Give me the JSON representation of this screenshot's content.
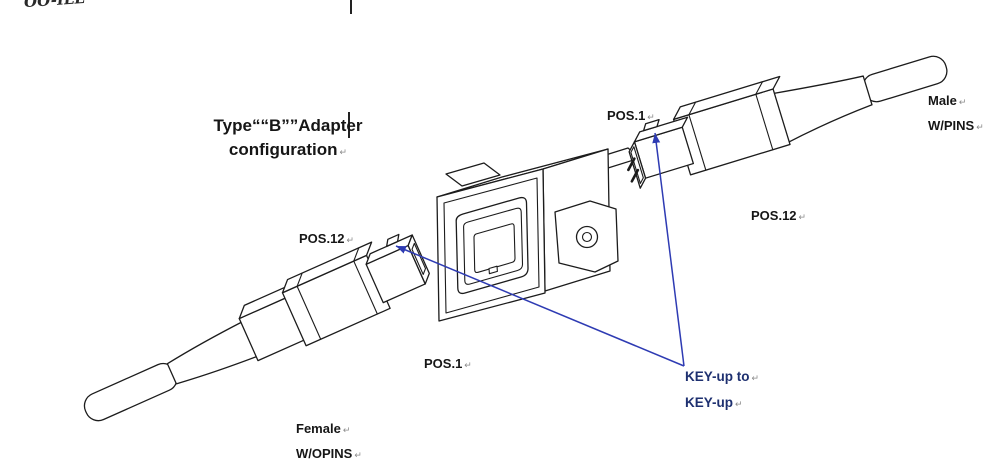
{
  "artifacts": {
    "handwriting": "OO-ILL",
    "return_mark": "↵"
  },
  "title": {
    "line1": "Type““B””Adapter",
    "line2": "configuration"
  },
  "labels": {
    "pos12_left": "POS.12",
    "pos1_left": "POS.1",
    "pos1_right": "POS.1",
    "pos12_right": "POS.12",
    "male_line1": "Male",
    "male_line2": "W/PINS",
    "female_line1": "Female",
    "female_line2": "W/OPINS",
    "keyup_line1": "KEY-up to",
    "keyup_line2": "KEY-up"
  },
  "colors": {
    "line": "#1c1c1c",
    "arrow": "#2e3bb3",
    "key_text": "#1e3070",
    "label": "#161616",
    "background": "#ffffff"
  },
  "diagram": {
    "kind": "fiber-optic MPO Type B adapter mating diagram",
    "left_connector": "Female W/OPINS MPO connector",
    "center": "Type B adapter",
    "right_connector": "Male W/PINS MPO connector",
    "callout": "KEY-up to KEY-up"
  }
}
